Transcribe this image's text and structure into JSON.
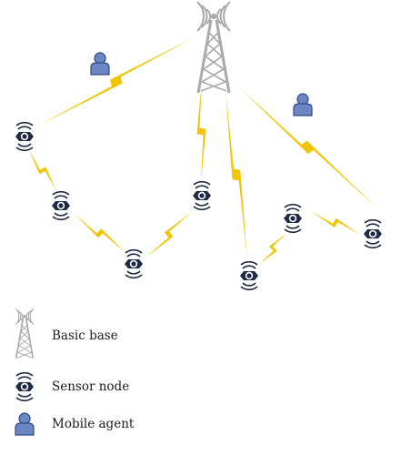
{
  "diagram": {
    "colors": {
      "link": "#f2c500",
      "node_fill": "#1f2a44",
      "node_wave": "#1f2a44",
      "tower": "#a9a9a9",
      "agent_fill": "#6b86c2",
      "agent_stroke": "#2f4a85"
    },
    "elements": [
      {
        "kind": "tower",
        "name": "base-station-tower-icon"
      },
      {
        "kind": "sensor",
        "name": "sensor-node-1-icon"
      },
      {
        "kind": "sensor",
        "name": "sensor-node-2-icon"
      },
      {
        "kind": "sensor",
        "name": "sensor-node-3-icon"
      },
      {
        "kind": "sensor",
        "name": "sensor-node-4-icon"
      },
      {
        "kind": "sensor",
        "name": "sensor-node-5-icon"
      },
      {
        "kind": "sensor",
        "name": "sensor-node-6-icon"
      },
      {
        "kind": "sensor",
        "name": "sensor-node-7-icon"
      },
      {
        "kind": "agent",
        "name": "mobile-agent-1-icon"
      },
      {
        "kind": "agent",
        "name": "mobile-agent-2-icon"
      }
    ]
  },
  "legend": {
    "items": [
      {
        "icon": "tower",
        "label": "Basic base"
      },
      {
        "icon": "sensor",
        "label": "Sensor node"
      },
      {
        "icon": "agent",
        "label": "Mobile agent"
      }
    ]
  }
}
